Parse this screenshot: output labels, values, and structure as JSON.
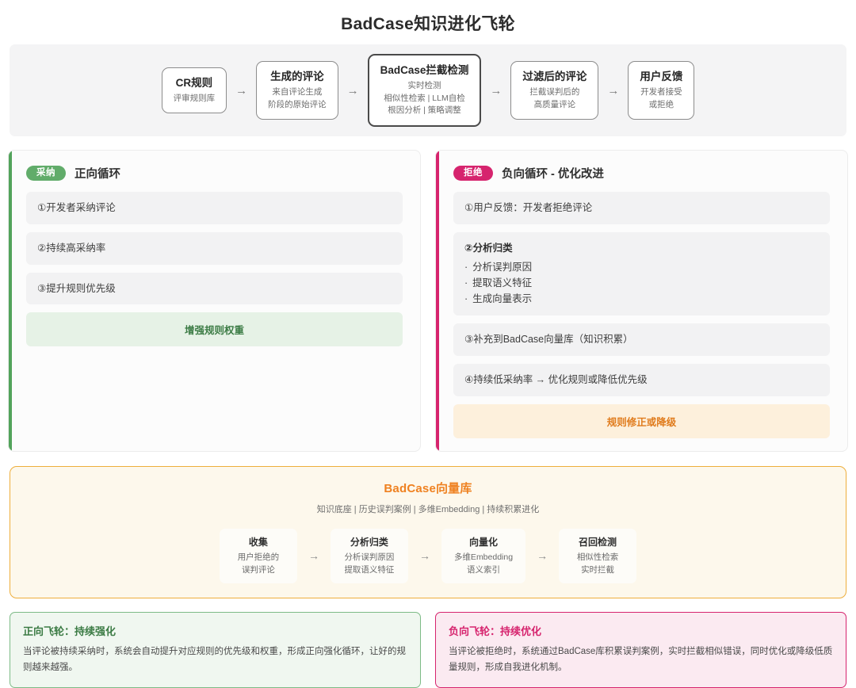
{
  "page_title": "BadCase知识进化飞轮",
  "colors": {
    "positive": "#52a35b",
    "negative": "#d6246e",
    "accent_orange": "#ef8120",
    "vector_border": "#eeae3c"
  },
  "pipeline": {
    "arrow": "→",
    "nodes": [
      {
        "title": "CR规则",
        "sub": "评审规则库",
        "emphasis": false
      },
      {
        "title": "生成的评论",
        "sub": "来自评论生成\n阶段的原始评论",
        "emphasis": false
      },
      {
        "title": "BadCase拦截检测",
        "sub": "实时检测\n相似性检索 | LLM自检\n根因分析 | 策略调整",
        "emphasis": true
      },
      {
        "title": "过滤后的评论",
        "sub": "拦截误判后的\n高质量评论",
        "emphasis": false
      },
      {
        "title": "用户反馈",
        "sub": "开发者接受\n或拒绝",
        "emphasis": false
      }
    ]
  },
  "positive_cycle": {
    "badge": "采纳",
    "title": "正向循环",
    "steps": [
      {
        "text": "①开发者采纳评论"
      },
      {
        "text": "②持续高采纳率"
      },
      {
        "text": "③提升规则优先级"
      }
    ],
    "result": "增强规则权重"
  },
  "negative_cycle": {
    "badge": "拒绝",
    "title": "负向循环 - 优化改进",
    "steps": [
      {
        "text": "①用户反馈：开发者拒绝评论"
      },
      {
        "title": "②分析归类",
        "bullets": [
          "分析误判原因",
          "提取语义特征",
          "生成向量表示"
        ]
      },
      {
        "text": "③补充到BadCase向量库（知识积累）"
      },
      {
        "text": "④持续低采纳率 → 优化规则或降低优先级"
      }
    ],
    "result": "规则修正或降级"
  },
  "vector_library": {
    "title": "BadCase向量库",
    "subtitle": "知识底座 | 历史误判案例 | 多维Embedding | 持续积累进化",
    "arrow": "→",
    "nodes": [
      {
        "title": "收集",
        "sub": "用户拒绝的\n误判评论"
      },
      {
        "title": "分析归类",
        "sub": "分析误判原因\n提取语义特征"
      },
      {
        "title": "向量化",
        "sub": "多维Embedding\n语义索引"
      },
      {
        "title": "召回检测",
        "sub": "相似性检索\n实时拦截"
      }
    ]
  },
  "summaries": [
    {
      "title": "正向飞轮：持续强化",
      "text": "当评论被持续采纳时，系统会自动提升对应规则的优先级和权重，形成正向强化循环，让好的规则越来越强。",
      "tone": "pos"
    },
    {
      "title": "负向飞轮：持续优化",
      "text": "当评论被拒绝时，系统通过BadCase库积累误判案例，实时拦截相似错误，同时优化或降级低质量规则，形成自我进化机制。",
      "tone": "neg"
    }
  ]
}
